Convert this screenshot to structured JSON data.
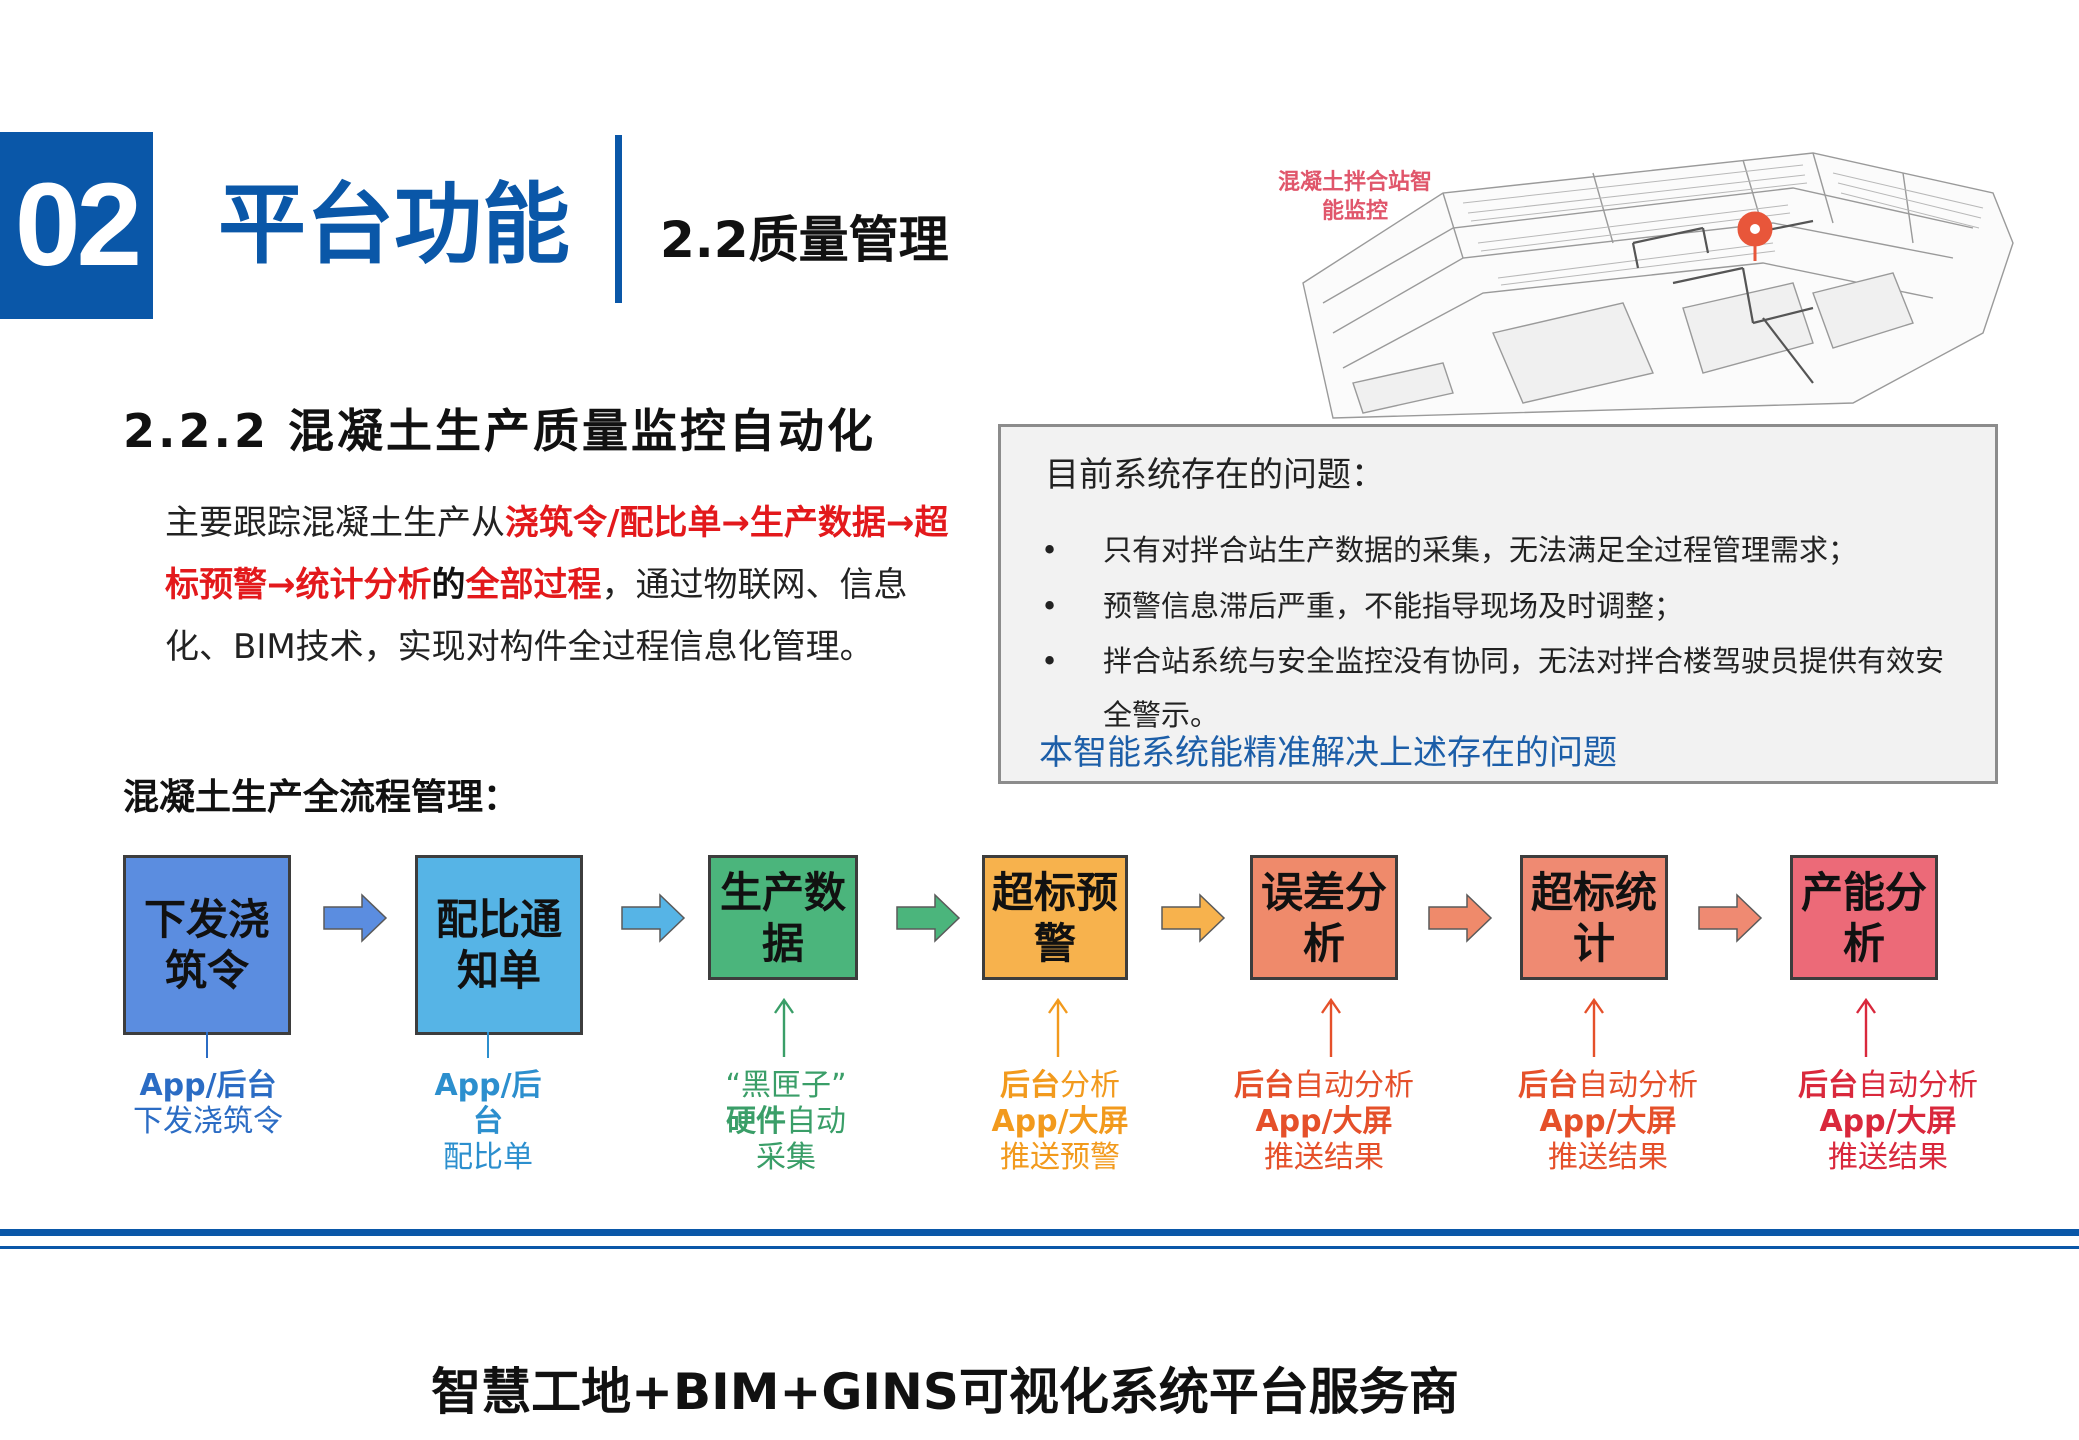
{
  "header": {
    "number": "02",
    "title": "平台功能",
    "subtitle": "2.2质量管理"
  },
  "illustration": {
    "label": "混凝土拌合站智能监控",
    "pin_color": "#e8563a"
  },
  "section": {
    "title": "2.2.2 混凝土生产质量监控自动化",
    "intro": {
      "p1": "主要跟踪混凝土生产从",
      "p2": "浇筑令/配比单→生产数据→超标预警→统计分析",
      "p3": "的",
      "p4": "全部过程",
      "p5": "，通过物联网、信息化、BIM技术，实现对构件全过程信息化管理。"
    }
  },
  "problems": {
    "heading": "目前系统存在的问题：",
    "bullet": "•",
    "items": [
      "只有对拌合站生产数据的采集，无法满足全过程管理需求；",
      "预警信息滞后严重，不能指导现场及时调整；",
      "拌合站系统与安全监控没有协同，无法对拌合楼驾驶员提供有效安全警示。"
    ],
    "conclusion": "本智能系统能精准解决上述存在的问题"
  },
  "flow": {
    "title": "混凝土生产全流程管理：",
    "steps": [
      {
        "label": "下发浇筑令",
        "color": "#5b8de0",
        "note": {
          "line1_bold": "App/后台",
          "line1_rest": "",
          "line2_bold": "",
          "line2_rest": "下发浇筑令",
          "line3_bold": "",
          "line3_rest": ""
        },
        "note_color": "#2b6cc4"
      },
      {
        "label": "配比通知单",
        "color": "#56b4e6",
        "note": {
          "line1_bold": "App/后台",
          "line1_rest": "",
          "line2_bold": "",
          "line2_rest": "配比单",
          "line3_bold": "",
          "line3_rest": ""
        },
        "note_color": "#2c8fce"
      },
      {
        "label": "生产数据",
        "color": "#4bb57c",
        "note": {
          "line1_bold": "",
          "line1_rest": "“黑匣子”",
          "line2_bold": "硬件",
          "line2_rest": "自动",
          "line3_bold": "",
          "line3_rest": "采集"
        },
        "note_color": "#3a9e68"
      },
      {
        "label": "超标预警",
        "color": "#f7b24d",
        "note": {
          "line1_bold": "后台",
          "line1_rest": "分析",
          "line2_bold": "App/大屏",
          "line2_rest": "",
          "line3_bold": "",
          "line3_rest": "推送预警"
        },
        "note_color": "#f29a1d"
      },
      {
        "label": "误差分析",
        "color": "#ef8a6b",
        "note": {
          "line1_bold": "后台",
          "line1_rest": "自动分析",
          "line2_bold": "App/大屏",
          "line2_rest": "",
          "line3_bold": "",
          "line3_rest": "推送结果"
        },
        "note_color": "#e5502a"
      },
      {
        "label": "超标统计",
        "color": "#ef8a72",
        "note": {
          "line1_bold": "后台",
          "line1_rest": "自动分析",
          "line2_bold": "App/大屏",
          "line2_rest": "",
          "line3_bold": "",
          "line3_rest": "推送结果"
        },
        "note_color": "#e5502a"
      },
      {
        "label": "产能分析",
        "color": "#ec6a78",
        "note": {
          "line1_bold": "后台",
          "line1_rest": "自动分析",
          "line2_bold": "App/大屏",
          "line2_rest": "",
          "line3_bold": "",
          "line3_rest": "推送结果"
        },
        "note_color": "#d9283c"
      }
    ],
    "arrow_colors": [
      "#5b8de0",
      "#56b4e6",
      "#4bb57c",
      "#f7b24d",
      "#ef8a6b",
      "#ef8a72"
    ]
  },
  "footer": {
    "text": "智慧工地+BIM+GINS可视化系统平台服务商"
  }
}
